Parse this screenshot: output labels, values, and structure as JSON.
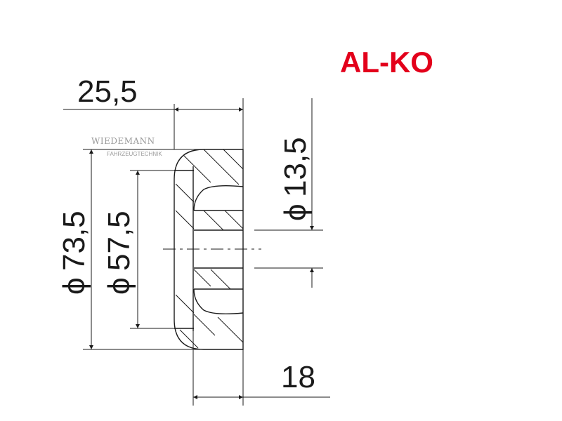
{
  "logo": {
    "text": "AL-KO",
    "color": "#e3001b"
  },
  "watermark": {
    "line1": "WIEDEMANN",
    "line2": "FAHRZEUGTECHNIK"
  },
  "dimensions": {
    "width_total": "25,5",
    "thickness": "18",
    "bore": "13,5",
    "outer_diameter": "73,5",
    "inner_diameter": "57,5",
    "diameter_symbol": "ϕ"
  },
  "colors": {
    "line": "#1a1a1a",
    "hatch": "#1a1a1a"
  }
}
